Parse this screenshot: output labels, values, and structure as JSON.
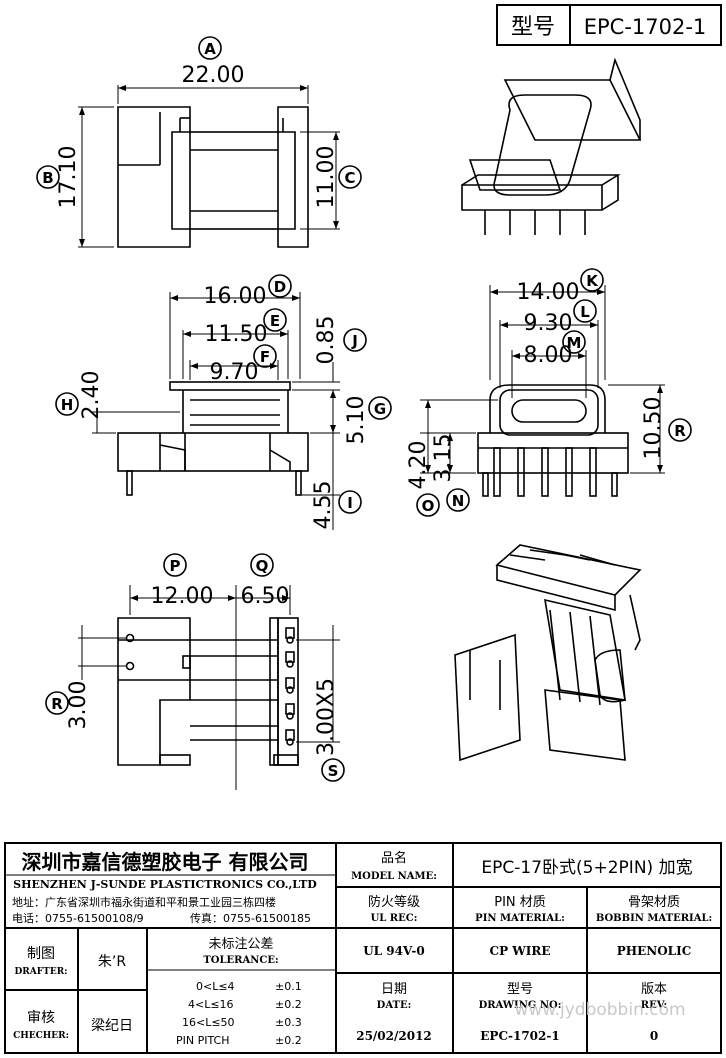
{
  "header": {
    "label_model": "型号",
    "model_no": "EPC-1702-1"
  },
  "dimensions": {
    "A": "22.00",
    "B": "17.10",
    "C": "11.00",
    "D": "16.00",
    "E": "11.50",
    "F": "9.70",
    "J": "0.85",
    "H": "2.40",
    "G": "5.10",
    "I": "4.55",
    "K": "14.00",
    "L": "9.30",
    "M": "8.00",
    "R": "10.50",
    "O": "4.20",
    "N": "3.15",
    "P": "12.00",
    "Q": "6.50",
    "R2": "3.00",
    "S": "3.00X5"
  },
  "letters": [
    "A",
    "B",
    "C",
    "D",
    "E",
    "F",
    "J",
    "H",
    "G",
    "I",
    "K",
    "L",
    "M",
    "R",
    "O",
    "N",
    "P",
    "Q",
    "R",
    "S"
  ],
  "company": {
    "name_cn": "深圳市嘉信德塑胶电子 有限公司",
    "name_en": "SHENZHEN J-SUNDE PLASTICTRONICS CO.,LTD",
    "address": "地址：广东省深圳市福永街道和平和景工业园三栋四楼",
    "phone": "电话：0755-61500108/9",
    "fax": "传真：0755-61500185"
  },
  "title_block": {
    "model_name_cn": "品名",
    "model_name_en": "MODEL NAME:",
    "model_name_value": "EPC-17卧式(5+2PIN) 加宽",
    "ul_cn": "防火等级",
    "ul_en": "UL REC:",
    "pin_cn": "PIN 材质",
    "pin_en": "PIN MATERIAL:",
    "bobbin_cn": "骨架材质",
    "bobbin_en": "BOBBIN MATERIAL:",
    "ul_value": "UL 94V-0",
    "pin_value": "CP WIRE",
    "bobbin_value": "PHENOLIC",
    "drafter_cn": "制图",
    "drafter_en": "DRAFTER:",
    "drafter_value": "朱’R",
    "checker_cn": "审核",
    "checker_en": "CHECHER:",
    "checker_value": "梁纪日",
    "tolerance_cn": "未标注公差",
    "tolerance_en": "TOLERANCE:",
    "tolerances": [
      {
        "range": "0<L≤4",
        "value": "±0.1"
      },
      {
        "range": "4<L≤16",
        "value": "±0.2"
      },
      {
        "range": "16<L≤50",
        "value": "±0.3"
      },
      {
        "range": "PIN PITCH",
        "value": "±0.2"
      }
    ],
    "date_cn": "日期",
    "date_en": "DATE:",
    "date_value": "25/02/2012",
    "drawing_cn": "型号",
    "drawing_en": "DRAWING NO:",
    "drawing_value": "EPC-1702-1",
    "rev_cn": "版本",
    "rev_en": "REV:",
    "rev_value": "0"
  },
  "watermark": "www.jydbobbin.com"
}
